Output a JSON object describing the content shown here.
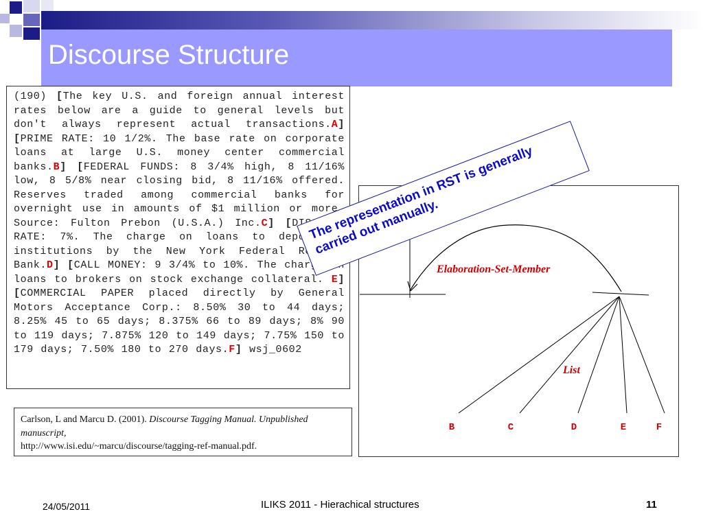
{
  "slide": {
    "title": "Discourse Structure"
  },
  "example": {
    "pre": "(190) ",
    "segments": [
      {
        "text": "The key U.S. and foreign annual interest rates below are a guide to general levels but don't always represent actual transactions.",
        "label": "A"
      },
      {
        "text": "PRIME RATE: 10 1/2%. The base rate on corporate loans at large U.S. money center commercial banks.",
        "label": "B"
      },
      {
        "text": "FEDERAL FUNDS: 8 3/4% high, 8 11/16% low, 8 5/8% near closing bid, 8 11/16% offered. Reserves traded among commercial banks for overnight use in amounts of $1 million or more. Source: Fulton Prebon (U.S.A.) Inc.",
        "label": "C"
      },
      {
        "text": "DISCOUNT RATE: 7%. The charge on loans to depository institutions by the New York Federal Reserve Bank.",
        "label": "D"
      },
      {
        "text": "CALL MONEY: 9 3/4% to 10%. The charge on loans to brokers on stock exchange collateral. ",
        "label": "E"
      },
      {
        "text": "COMMERCIAL PAPER placed directly by General Motors Acceptance Corp.: 8.50% 30 to 44 days; 8.25% 45 to 65 days; 8.375% 66 to 89 days; 8% 90 to 119 days; 7.875% 120 to 149 days; 7.75% 150 to 179 days; 7.50% 180 to 270 days.",
        "label": "F"
      }
    ],
    "post": "wsj_0602"
  },
  "reference": {
    "authors": "Carlson, L and Marcu D. (2001). ",
    "title_italic": "Discourse Tagging Manual. Unpublished manuscript,",
    "url": "http://www.isi.edu/~marcu/discourse/tagging-ref-manual.pdf."
  },
  "callout": {
    "text": "The representation in RST is generally carried out manually."
  },
  "tree": {
    "relation_top": "Elaboration-Set-Member",
    "relation_list": "List",
    "leaves": [
      "B",
      "C",
      "D",
      "E",
      "F"
    ],
    "colors": {
      "relation": "#d00000",
      "leaf": "#d00000",
      "line": "#000000"
    }
  },
  "footer": {
    "date": "24/05/2011",
    "center": "ILIKS 2011 - Hierachical structures",
    "page": "11"
  },
  "theme": {
    "title_band": "#9999ff",
    "title_text": "#ffffff",
    "deco_dark": "#1c1c86",
    "deco_mid": "#6666bb",
    "deco_light": "#b8b8e0",
    "callout_border": "#1a1aa0",
    "callout_text": "#0a0ac8"
  }
}
